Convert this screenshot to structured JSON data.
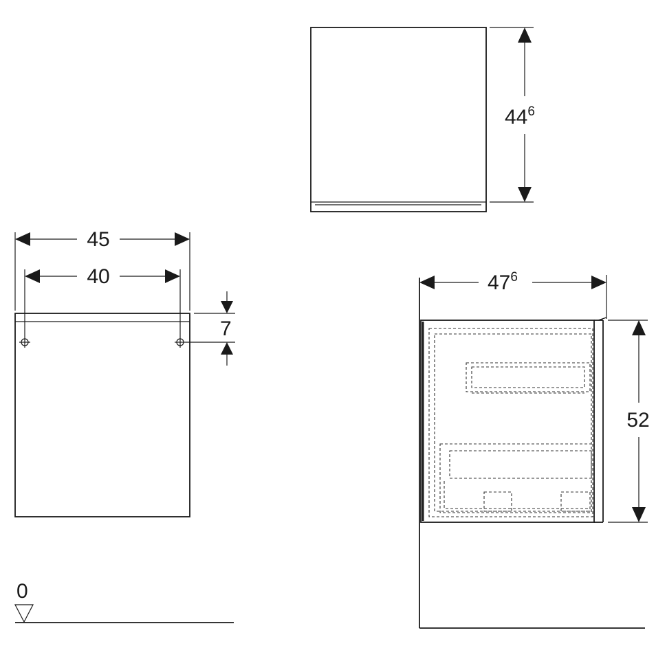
{
  "dimensions": {
    "top_height_main": "44",
    "top_height_sup": "6",
    "front_width_outer": "45",
    "front_width_holes": "40",
    "front_hole_offset": "7",
    "side_depth_main": "47",
    "side_depth_sup": "6",
    "side_height": "52",
    "floor_level": "0"
  }
}
